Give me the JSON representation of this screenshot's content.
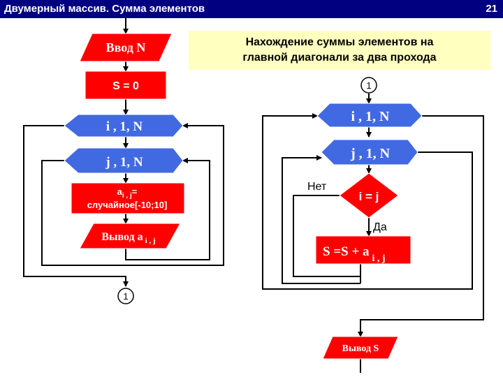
{
  "header": {
    "title": "Двумерный массив. Сумма элементов",
    "page_number": "21"
  },
  "caption": {
    "line1": "Нахождение суммы элементов на",
    "line2": "главной диагонали за два прохода"
  },
  "left": {
    "input_label": "Ввод N",
    "init_label": "S = 0",
    "loop_i_label": "i , 1, N",
    "loop_j_label": "j , 1, N",
    "assign_var": "a",
    "assign_sub": "i , j",
    "assign_eq": "=",
    "assign_line2": "случайное[-10;10]",
    "output_label": "Вывод a",
    "output_sub": "i , j",
    "connector_label": "1"
  },
  "right": {
    "connector_label": "1",
    "loop_i_label": "i , 1, N",
    "loop_j_label": "j , 1, N",
    "condition_label": "i  = j",
    "no_label": "Нет",
    "yes_label": "Да",
    "sum_main": "S =S + a",
    "sum_sub": "i , j",
    "output_label": "Вывод S"
  },
  "colors": {
    "block_fill": "#ff0000",
    "loop_fill": "#4169e1",
    "text_on_block": "#ffffff",
    "line": "#000000",
    "title_bg": "#000080",
    "caption_bg": "#ffffc0"
  }
}
